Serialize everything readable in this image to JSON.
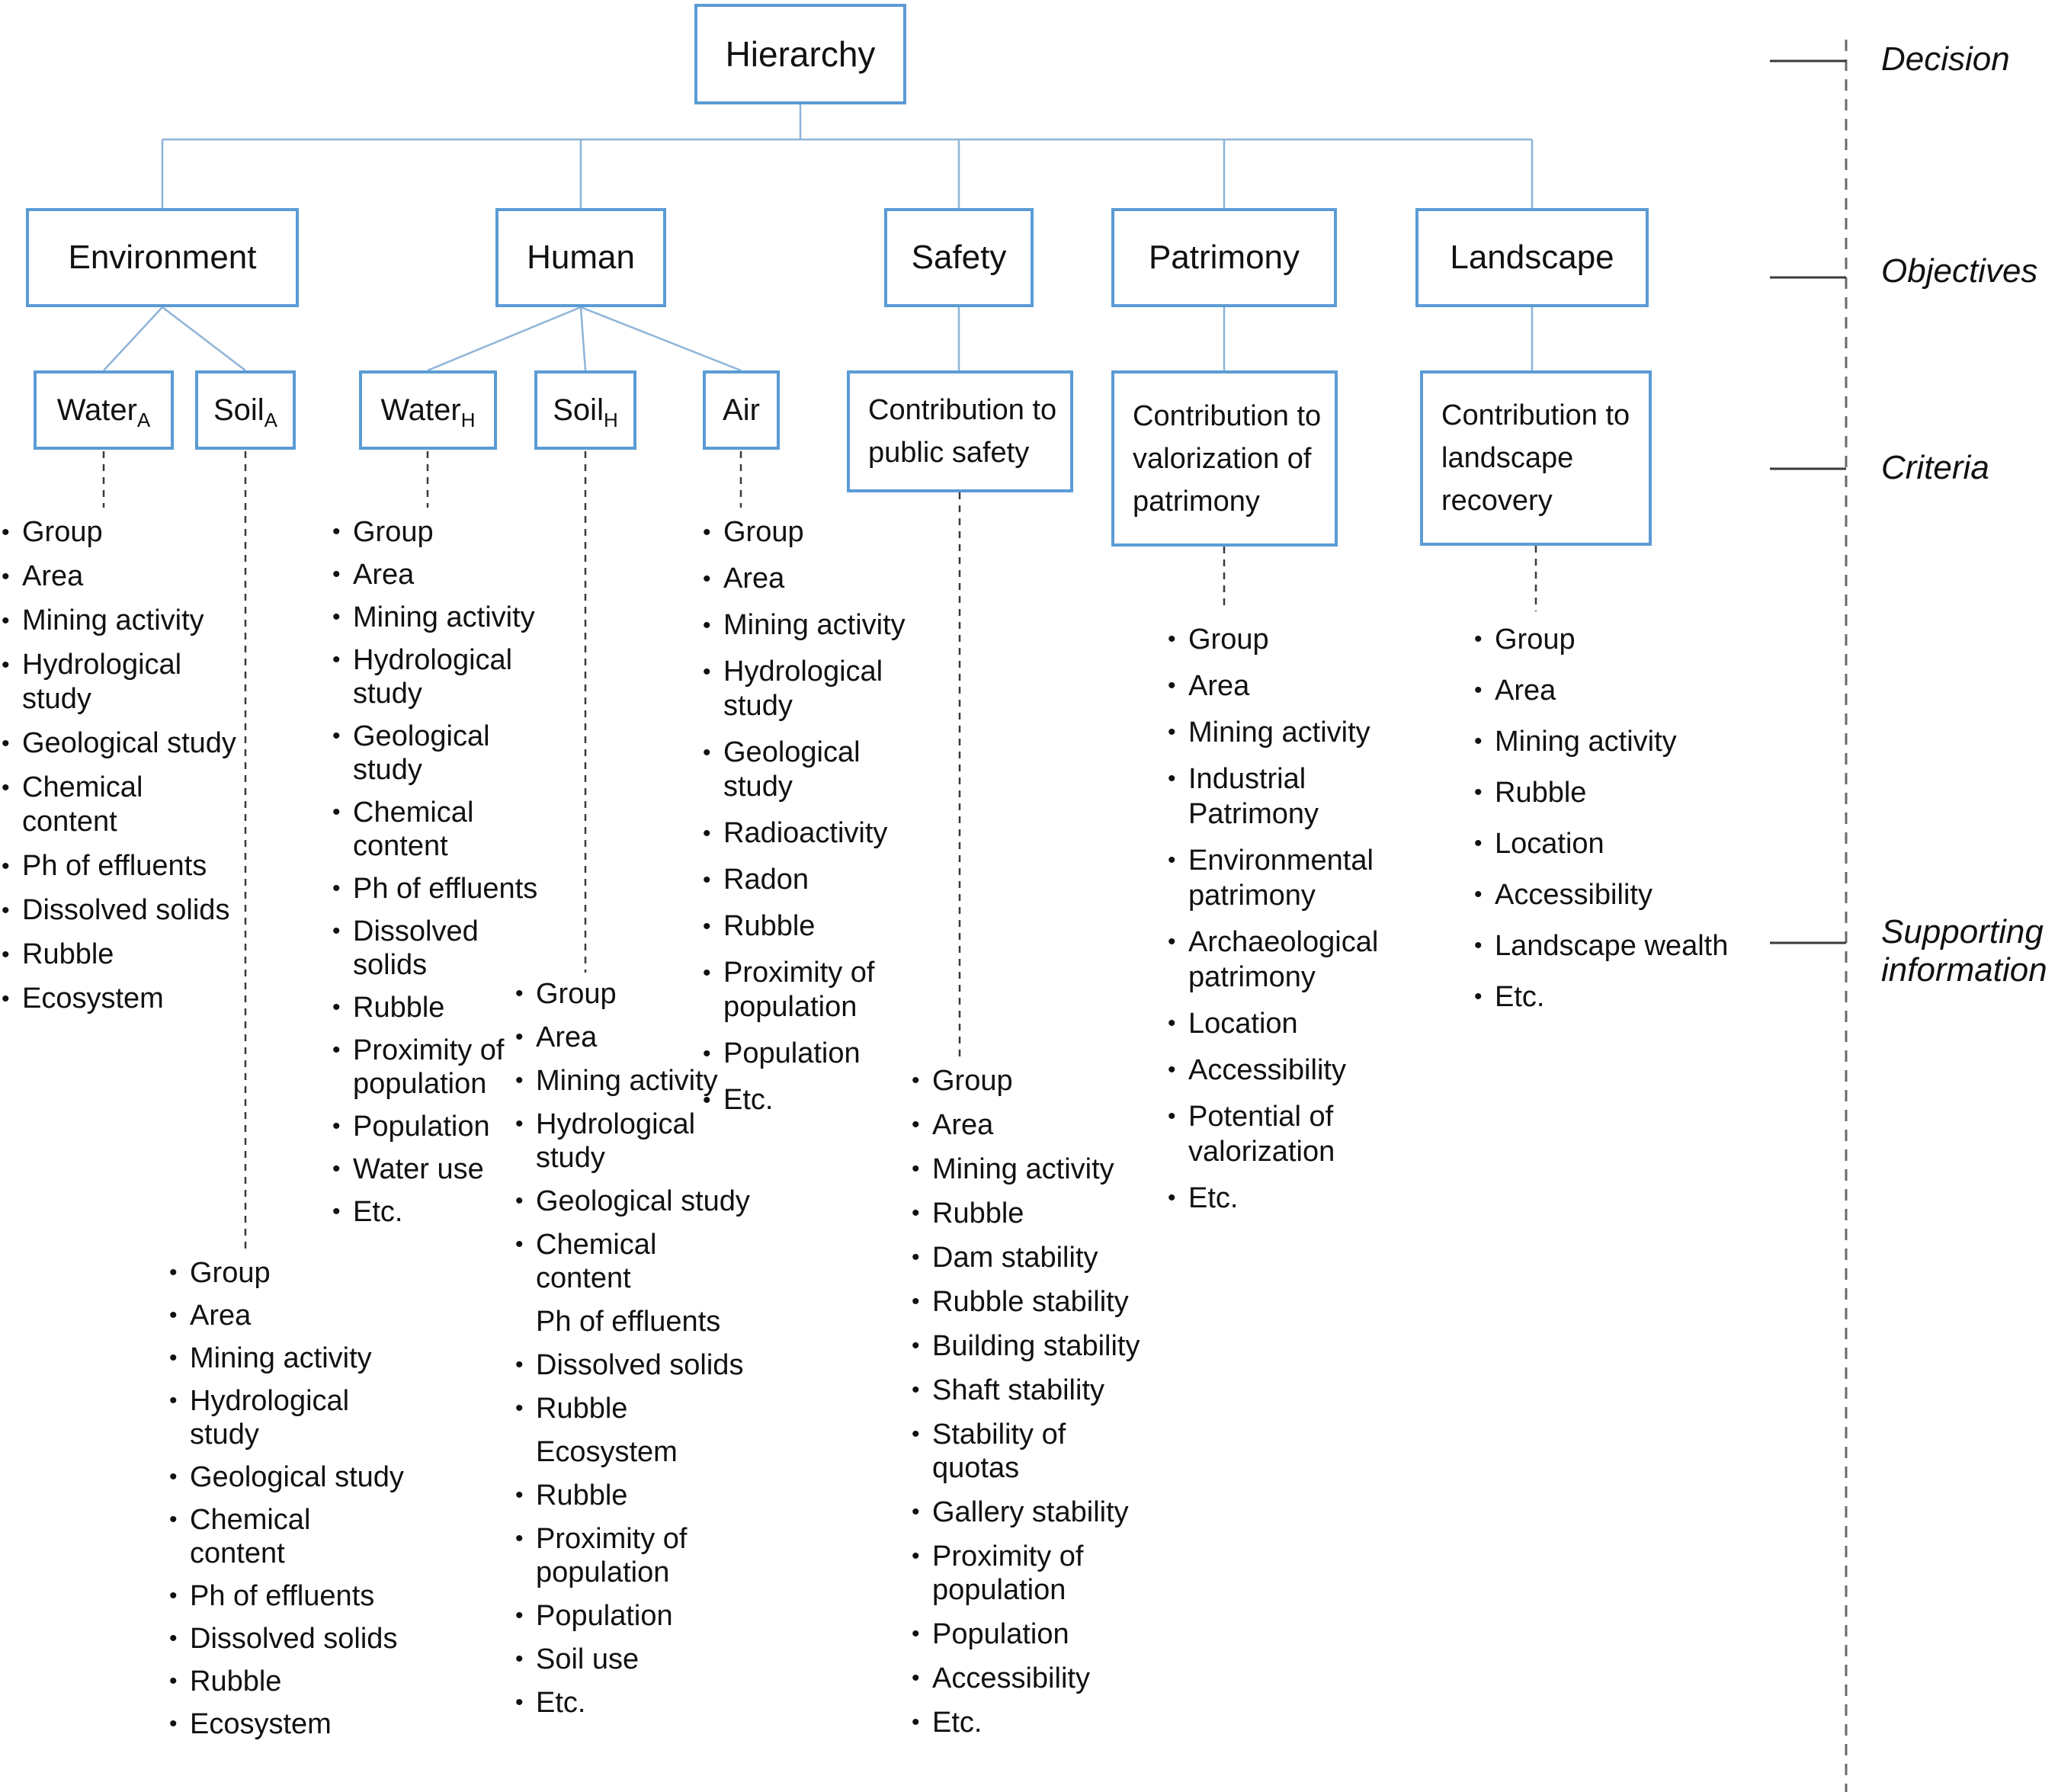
{
  "root": {
    "label": "Hierarchy"
  },
  "objectives": {
    "environment": {
      "label": "Environment"
    },
    "human": {
      "label": "Human"
    },
    "safety": {
      "label": "Safety"
    },
    "patrimony": {
      "label": "Patrimony"
    },
    "landscape": {
      "label": "Landscape"
    }
  },
  "criteria": {
    "water_a": {
      "base": "Water",
      "sub": "A"
    },
    "soil_a": {
      "base": "Soil",
      "sub": "A"
    },
    "water_h": {
      "base": "Water",
      "sub": "H"
    },
    "soil_h": {
      "base": "Soil",
      "sub": "H"
    },
    "air": {
      "base": "Air",
      "sub": ""
    },
    "public_safety": {
      "label": "Contribution to\npublic safety"
    },
    "valorization": {
      "label": "Contribution to\nvalorization of\npatrimony"
    },
    "recovery": {
      "label": "Contribution to\nlandscape\nrecovery"
    }
  },
  "supporting": {
    "water_a": [
      {
        "t": "Group"
      },
      {
        "t": "Area"
      },
      {
        "t": "Mining activity"
      },
      {
        "t": "Hydrological\nstudy"
      },
      {
        "t": "Geological study"
      },
      {
        "t": "Chemical\ncontent"
      },
      {
        "t": "Ph of effluents"
      },
      {
        "t": "Dissolved solids"
      },
      {
        "t": "Rubble"
      },
      {
        "t": "Ecosystem"
      }
    ],
    "soil_a": [
      {
        "t": "Group"
      },
      {
        "t": "Area"
      },
      {
        "t": "Mining activity"
      },
      {
        "t": "Hydrological\nstudy"
      },
      {
        "t": "Geological study"
      },
      {
        "t": "Chemical\ncontent"
      },
      {
        "t": "Ph of effluents"
      },
      {
        "t": "Dissolved solids"
      },
      {
        "t": "Rubble"
      },
      {
        "t": "Ecosystem"
      }
    ],
    "water_h": [
      {
        "t": "Group"
      },
      {
        "t": "Area"
      },
      {
        "t": "Mining activity"
      },
      {
        "t": "Hydrological\nstudy"
      },
      {
        "t": "Geological\nstudy"
      },
      {
        "t": "Chemical\ncontent"
      },
      {
        "t": "Ph of effluents"
      },
      {
        "t": "Dissolved\nsolids"
      },
      {
        "t": "Rubble"
      },
      {
        "t": "Proximity of\npopulation"
      },
      {
        "t": "Population"
      },
      {
        "t": "Water use"
      },
      {
        "t": "Etc."
      }
    ],
    "soil_h": [
      {
        "t": "Group"
      },
      {
        "t": "Area"
      },
      {
        "t": "Mining activity"
      },
      {
        "t": "Hydrological\nstudy"
      },
      {
        "t": "Geological study"
      },
      {
        "t": "Chemical\ncontent"
      },
      {
        "t": "Ph of effluents",
        "nb": true
      },
      {
        "t": "Dissolved solids"
      },
      {
        "t": "Rubble"
      },
      {
        "t": "Ecosystem",
        "nb": true
      },
      {
        "t": "Rubble"
      },
      {
        "t": "Proximity of\npopulation"
      },
      {
        "t": "Population"
      },
      {
        "t": "Soil use"
      },
      {
        "t": "Etc."
      }
    ],
    "air": [
      {
        "t": "Group"
      },
      {
        "t": "Area"
      },
      {
        "t": "Mining activity"
      },
      {
        "t": "Hydrological\nstudy"
      },
      {
        "t": "Geological\nstudy"
      },
      {
        "t": "Radioactivity"
      },
      {
        "t": "Radon"
      },
      {
        "t": "Rubble"
      },
      {
        "t": "Proximity of\npopulation"
      },
      {
        "t": "Population"
      },
      {
        "t": "Etc."
      }
    ],
    "safety": [
      {
        "t": "Group"
      },
      {
        "t": "Area"
      },
      {
        "t": "Mining activity"
      },
      {
        "t": "Rubble"
      },
      {
        "t": "Dam stability"
      },
      {
        "t": "Rubble stability"
      },
      {
        "t": "Building stability"
      },
      {
        "t": "Shaft stability"
      },
      {
        "t": "Stability of\nquotas"
      },
      {
        "t": "Gallery stability"
      },
      {
        "t": "Proximity of\npopulation"
      },
      {
        "t": "Population"
      },
      {
        "t": "Accessibility"
      },
      {
        "t": "Etc."
      }
    ],
    "patrimony": [
      {
        "t": "Group"
      },
      {
        "t": "Area"
      },
      {
        "t": "Mining activity"
      },
      {
        "t": "Industrial\nPatrimony"
      },
      {
        "t": "Environmental\npatrimony"
      },
      {
        "t": "Archaeological\npatrimony"
      },
      {
        "t": "Location"
      },
      {
        "t": "Accessibility"
      },
      {
        "t": "Potential of\nvalorization"
      },
      {
        "t": "Etc."
      }
    ],
    "landscape": [
      {
        "t": "Group"
      },
      {
        "t": "Area"
      },
      {
        "t": "Mining activity"
      },
      {
        "t": "Rubble"
      },
      {
        "t": "Location"
      },
      {
        "t": "Accessibility"
      },
      {
        "t": "Landscape wealth"
      },
      {
        "t": "Etc."
      }
    ]
  },
  "annotations": {
    "decision": "Decision",
    "objectives": "Objectives",
    "criteria": "Criteria",
    "supporting": "Supporting\ninformation"
  },
  "colors": {
    "box_border": "#5b9bd5",
    "tree_line": "#8eb4d8",
    "dashed_line": "#3a3a3a",
    "legend_dashed_line": "#6a6a6a",
    "text": "#111111",
    "background": "#ffffff"
  }
}
